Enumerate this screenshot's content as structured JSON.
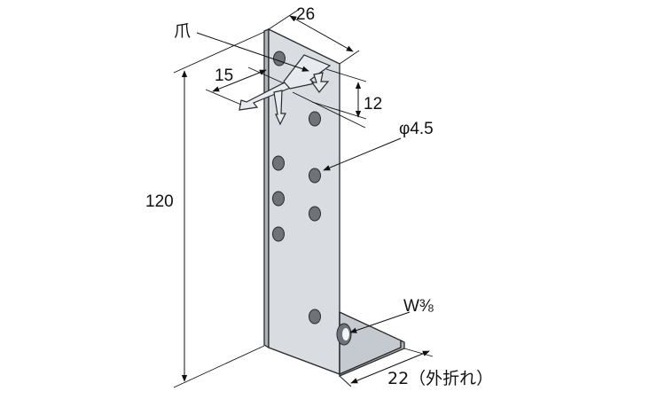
{
  "labels": {
    "claw": "爪",
    "dim_top_width": "26",
    "dim_claw_length": "15",
    "dim_claw_gap": "12",
    "dim_height": "120",
    "hole_dia": "φ4.5",
    "bolt_size": "W⅜",
    "dim_flange": "22（外折れ）"
  },
  "colors": {
    "plate": "#d9dde2",
    "plate_side": "#aeb4ba",
    "line": "#111111"
  }
}
